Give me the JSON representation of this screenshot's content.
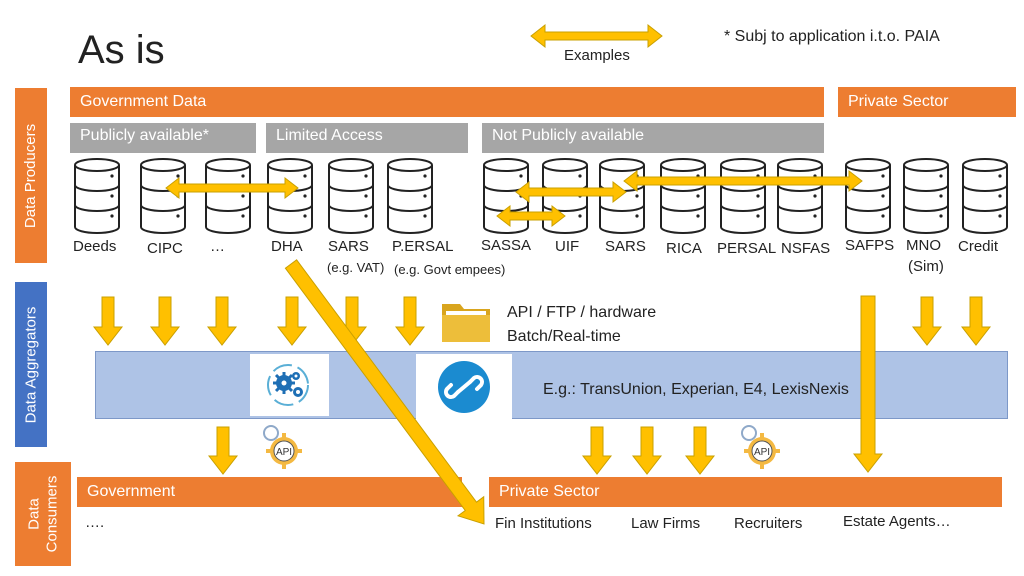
{
  "title": "As is",
  "note": "* Subj to application i.t.o. PAIA",
  "legend": {
    "examples_label": "Examples"
  },
  "side_labels": {
    "producers": "Data Producers",
    "aggregators": "Data Aggregators",
    "consumers_line1": "Data",
    "consumers_line2": "Consumers"
  },
  "headers": {
    "government_data": "Government Data",
    "private_sector": "Private Sector",
    "publicly_available": "Publicly available*",
    "limited_access": "Limited Access",
    "not_publicly_available": "Not Publicly available"
  },
  "databases": [
    {
      "label": "Deeds",
      "sub": ""
    },
    {
      "label": "CIPC",
      "sub": ""
    },
    {
      "label": "…",
      "sub": ""
    },
    {
      "label": "DHA",
      "sub": ""
    },
    {
      "label": "SARS",
      "sub": "(e.g. VAT)"
    },
    {
      "label": "P.ERSAL",
      "sub": "(e.g. Govt empees)"
    },
    {
      "label": "SASSA",
      "sub": ""
    },
    {
      "label": "UIF",
      "sub": ""
    },
    {
      "label": "SARS",
      "sub": ""
    },
    {
      "label": "RICA",
      "sub": ""
    },
    {
      "label": "PERSAL",
      "sub": ""
    },
    {
      "label": "NSFAS",
      "sub": ""
    },
    {
      "label": "SAFPS",
      "sub": ""
    },
    {
      "label": "MNO",
      "sub": "(Sim)"
    },
    {
      "label": "Credit",
      "sub": ""
    }
  ],
  "aggregation": {
    "channel_line1": "API / FTP / hardware",
    "channel_line2": "Batch/Real-time",
    "examples": "E.g.: TransUnion, Experian, E4, LexisNexis",
    "api_badge": "API"
  },
  "consumers": {
    "government": "Government",
    "government_items": "….",
    "private_sector": "Private Sector",
    "items": [
      "Fin Institutions",
      "Law Firms",
      "Recruiters",
      "Estate Agents…"
    ]
  },
  "colors": {
    "orange": "#ED7D31",
    "gray": "#A6A6A6",
    "blue": "#4472C4",
    "aggregator_band": "#AEC3E6",
    "arrow": "#FFC000"
  },
  "icons": [
    "database-icon",
    "folder-icon",
    "gears-icon",
    "link-icon",
    "api-icon"
  ]
}
